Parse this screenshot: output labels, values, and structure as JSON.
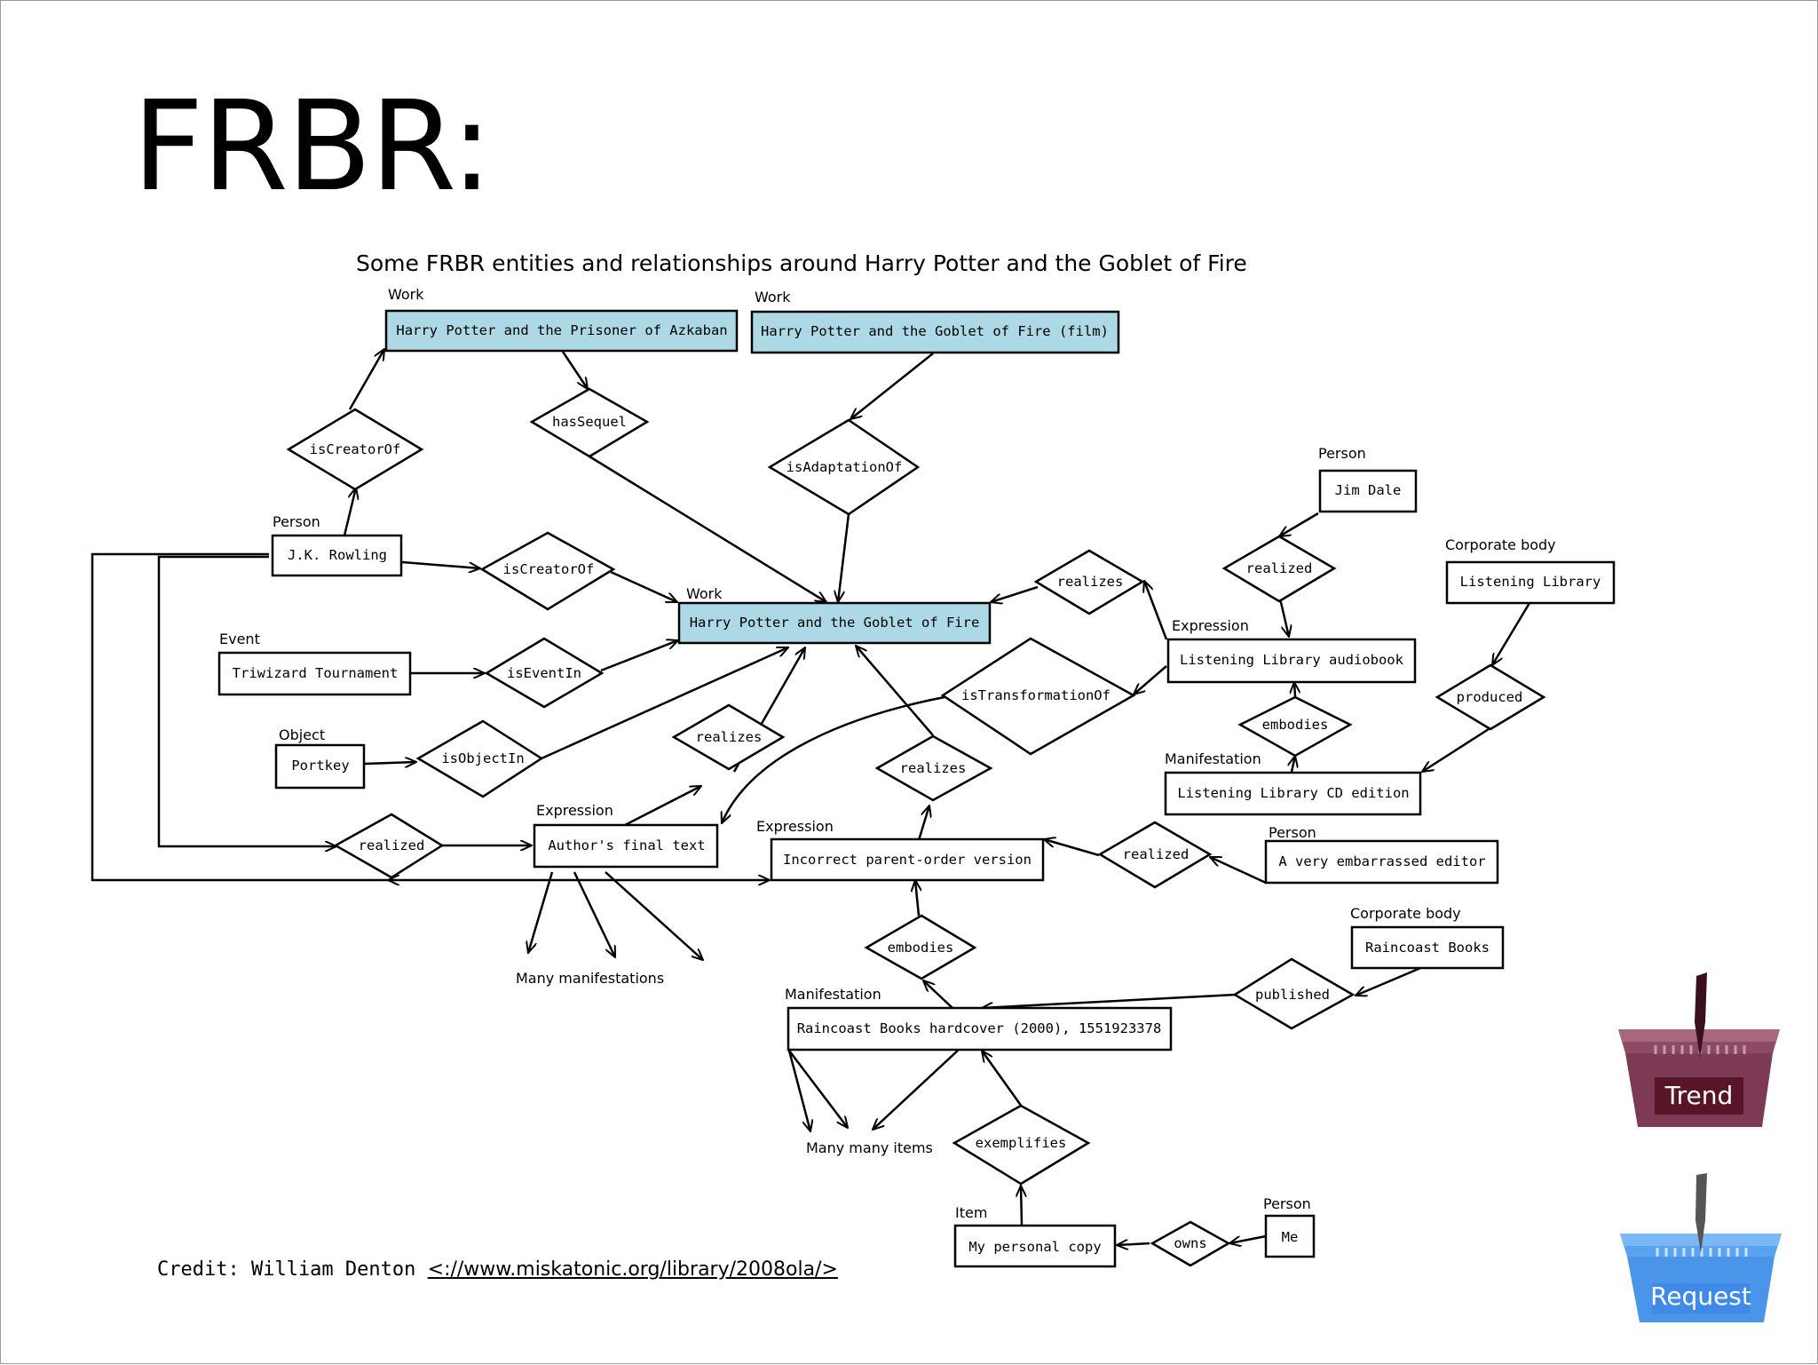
{
  "slide": {
    "title": "FRBR:",
    "credit_label": "Credit:  William Denton ",
    "credit_link": "<://www.miskatonic.org/library/2008ola/>"
  },
  "diagram": {
    "title": "Some FRBR entities and relationships around Harry Potter and the Goblet of Fire",
    "type_labels": {
      "work_azkaban": "Work",
      "work_film": "Work",
      "work_goblet": "Work",
      "person_rowling": "Person",
      "person_dale": "Person",
      "person_editor": "Person",
      "person_me": "Person",
      "event": "Event",
      "object": "Object",
      "corp_listening": "Corporate body",
      "corp_raincoast": "Corporate body",
      "expr_audiobook": "Expression",
      "expr_final": "Expression",
      "expr_incorrect": "Expression",
      "manif_cd": "Manifestation",
      "manif_hardcover": "Manifestation",
      "item": "Item"
    },
    "entities": {
      "azkaban": "Harry Potter and the Prisoner of Azkaban",
      "film": "Harry Potter and the Goblet of Fire (film)",
      "goblet": "Harry Potter and the Goblet of Fire",
      "rowling": "J.K. Rowling",
      "dale": "Jim Dale",
      "listening_library": "Listening Library",
      "audiobook": "Listening Library audiobook",
      "cd": "Listening Library CD edition",
      "triwizard": "Triwizard Tournament",
      "portkey": "Portkey",
      "final_text": "Author's final text",
      "incorrect": "Incorrect parent-order version",
      "editor": "A very embarrassed editor",
      "raincoast": "Raincoast Books",
      "hardcover": "Raincoast Books hardcover (2000), 1551923378",
      "personal_copy": "My personal copy",
      "me": "Me"
    },
    "relations": {
      "iscreatorof_top": "isCreatorOf",
      "hassequel": "hasSequel",
      "isadaptationof": "isAdaptationOf",
      "iscreatorof_mid": "isCreatorOf",
      "realizes_right": "realizes",
      "realized_dale": "realized",
      "iseventin": "isEventIn",
      "istransformationof": "isTransformationOf",
      "produced": "produced",
      "embodies_cd": "embodies",
      "realizes_final": "realizes",
      "isobjectin": "isObjectIn",
      "realizes_incorrect": "realizes",
      "realized_left": "realized",
      "realized_editor": "realized",
      "embodies_hard": "embodies",
      "published": "published",
      "exemplifies": "exemplifies",
      "owns": "owns"
    },
    "notes": {
      "many_manifestations": "Many manifestations",
      "many_items": "Many many items"
    },
    "colors": {
      "work_fill": "#add8e6",
      "stroke": "#000000"
    }
  },
  "buttons": {
    "trend": "Trend",
    "request": "Request",
    "trend_color": "#6b1f35",
    "request_color": "#3f8ae6"
  }
}
